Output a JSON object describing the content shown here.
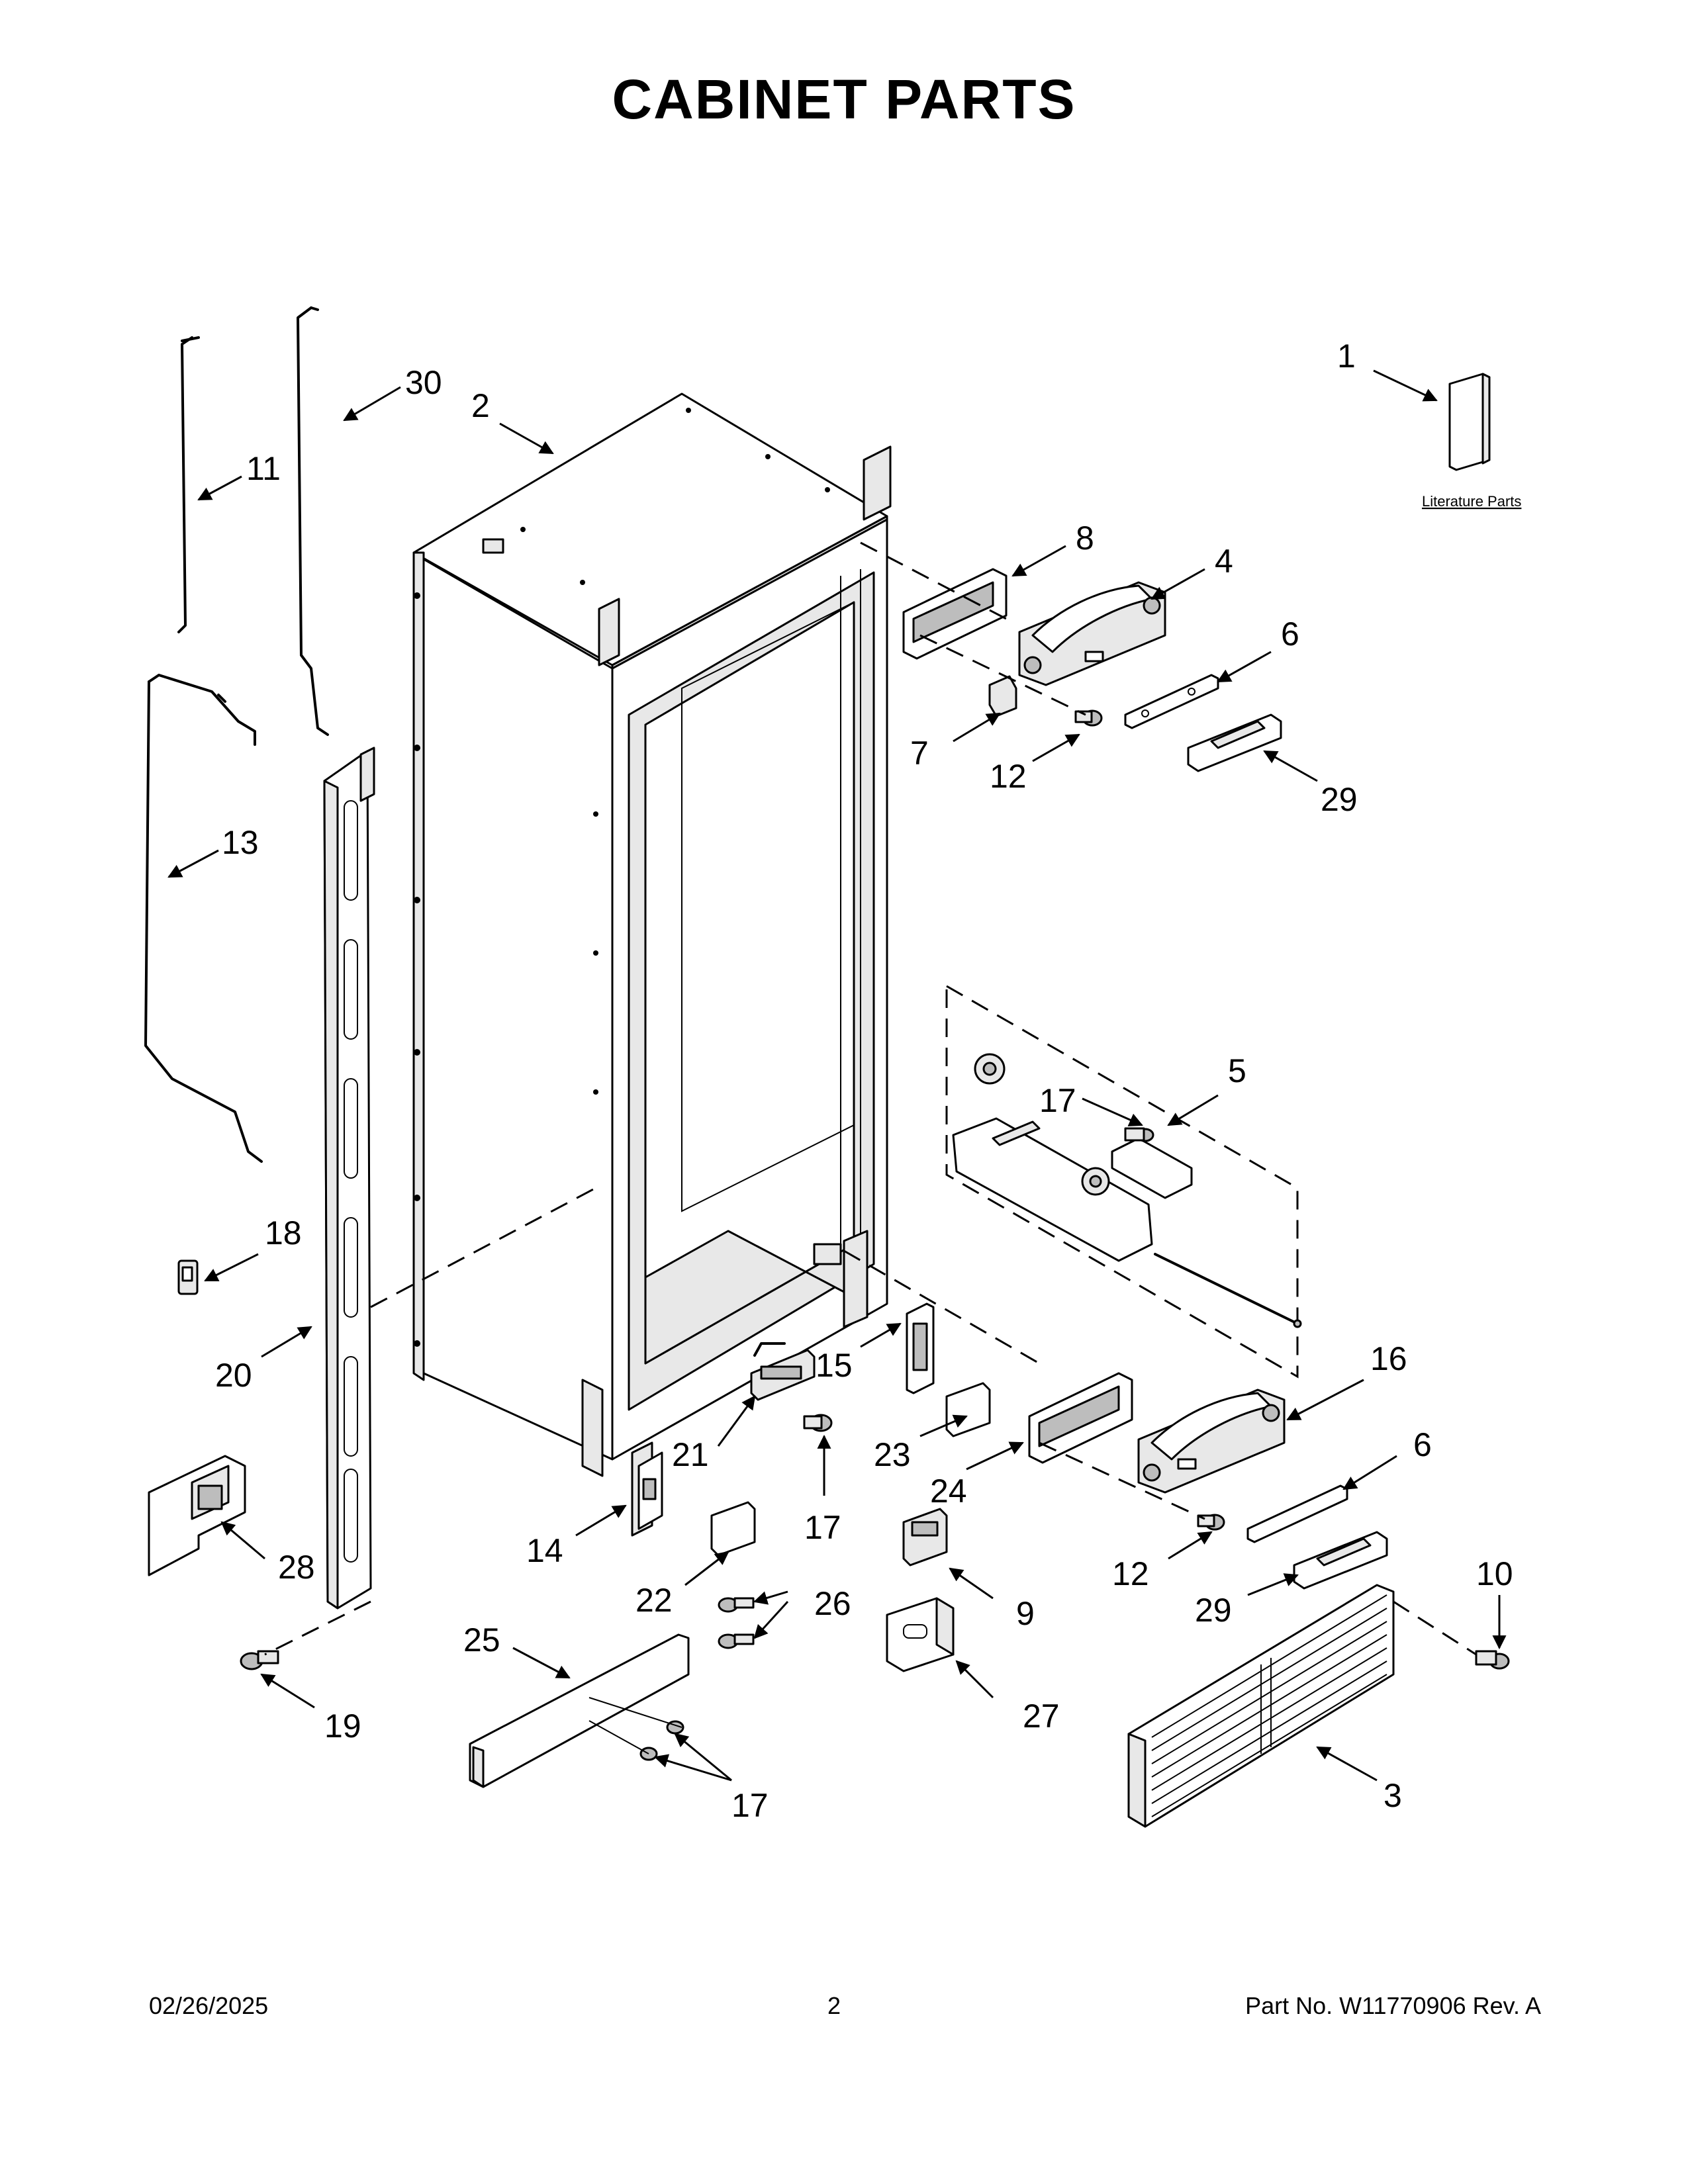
{
  "title": "CABINET PARTS",
  "literature_label": "Literature Parts",
  "callouts": {
    "c1": "1",
    "c2": "2",
    "c3": "3",
    "c4": "4",
    "c5": "5",
    "c6a": "6",
    "c6b": "6",
    "c7": "7",
    "c8": "8",
    "c9": "9",
    "c10": "10",
    "c11": "11",
    "c12a": "12",
    "c12b": "12",
    "c13": "13",
    "c14": "14",
    "c15": "15",
    "c16": "16",
    "c17a": "17",
    "c17b": "17",
    "c17c": "17",
    "c18": "18",
    "c19": "19",
    "c20": "20",
    "c21": "21",
    "c22": "22",
    "c23": "23",
    "c24": "24",
    "c25": "25",
    "c26": "26",
    "c27": "27",
    "c28": "28",
    "c29a": "29",
    "c29b": "29",
    "c30": "30"
  },
  "footer": {
    "date": "02/26/2025",
    "page": "2",
    "part_no": "Part No.  W11770906   Rev.  A"
  }
}
